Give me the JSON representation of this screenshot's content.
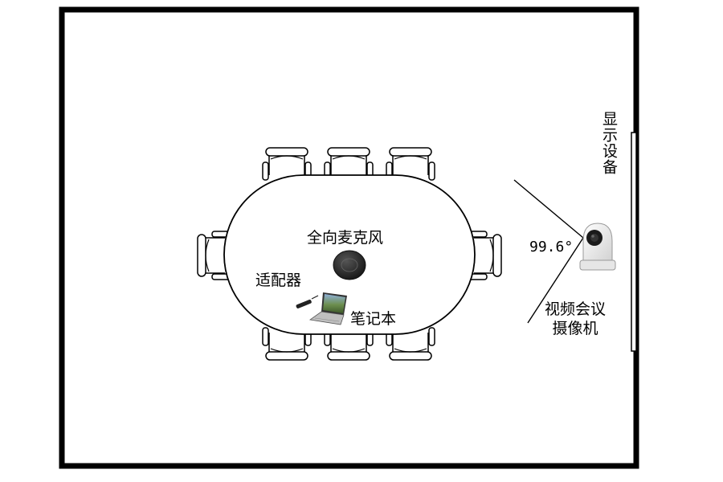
{
  "labels": {
    "display_device": "显示设备",
    "microphone": "全向麦克风",
    "adapter": "适配器",
    "laptop": "笔记本",
    "camera_line1": "视频会议",
    "camera_line2": "摄像机",
    "view_angle": "99.6°"
  },
  "colors": {
    "wall": "#000000",
    "background": "#ffffff",
    "microphone": "#2b2b2b",
    "camera_body": "#f2f2f2",
    "laptop_screen": "#5a7a40"
  },
  "icons": [
    "chair-icon",
    "microphone-icon",
    "laptop-icon",
    "adapter-icon",
    "camera-icon",
    "display-icon"
  ]
}
